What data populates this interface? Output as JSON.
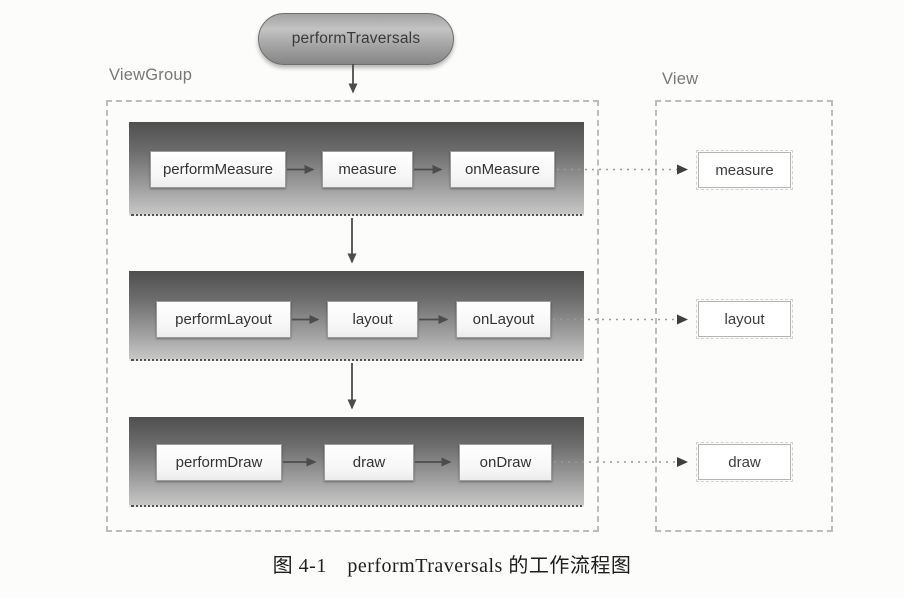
{
  "figure": {
    "root": {
      "label": "performTraversals"
    },
    "viewgroup": {
      "label": "ViewGroup",
      "rows": [
        {
          "boxes": [
            "performMeasure",
            "measure",
            "onMeasure"
          ]
        },
        {
          "boxes": [
            "performLayout",
            "layout",
            "onLayout"
          ]
        },
        {
          "boxes": [
            "performDraw",
            "draw",
            "onDraw"
          ]
        }
      ]
    },
    "view": {
      "label": "View",
      "boxes": [
        "measure",
        "layout",
        "draw"
      ]
    },
    "caption": "图 4-1　performTraversals 的工作流程图"
  },
  "colors": {
    "band_gradient_top": "#4f4f4f",
    "band_gradient_bottom": "#c7c7c7",
    "pill_border": "#6f6f6f",
    "node_border": "#9c9c9c",
    "dashed_border": "#bcbcbc",
    "solid_arrow": "#4c4c4c",
    "dotted_line": "#9a9a9a",
    "container_label_text": "#787878",
    "caption_text": "#1e1e1e",
    "page_background": "#fcfcfa"
  }
}
